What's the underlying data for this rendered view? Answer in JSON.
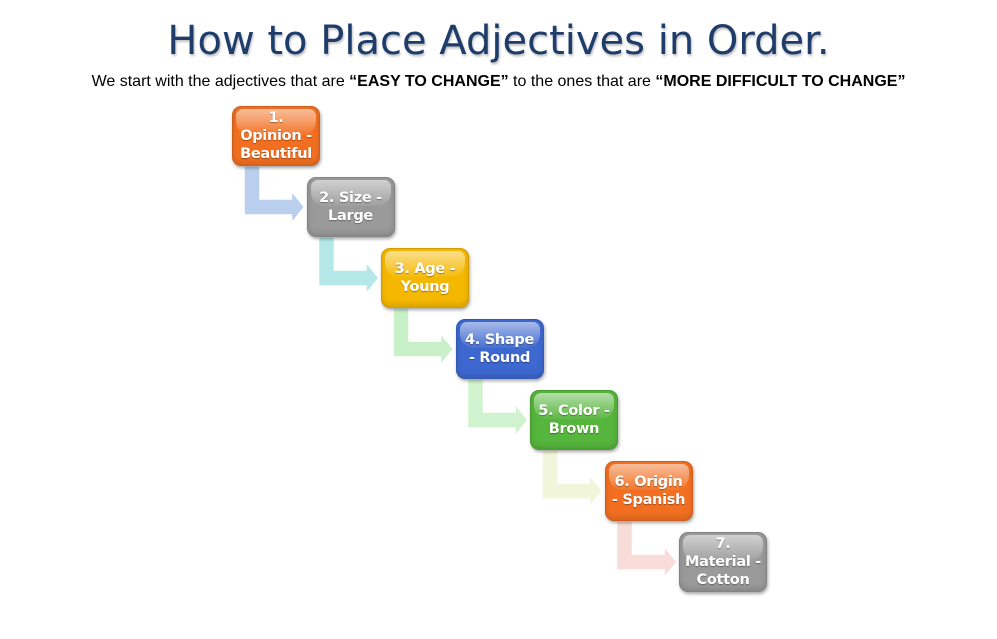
{
  "title": "How to Place Adjectives in Order.",
  "subtitle": {
    "prefix": "We start with the adjectives that are ",
    "easy": "“EASY TO CHANGE”",
    "middle": " to the ones that are ",
    "difficult": "“MORE DIFFICULT TO CHANGE”"
  },
  "steps": [
    {
      "label": "1. Opinion - Beautiful",
      "color": "#f26f21",
      "arrow_color": "#aec7ea"
    },
    {
      "label": "2. Size - Large",
      "color": "#9a9a9a",
      "arrow_color": "#a8e4e4"
    },
    {
      "label": "3. Age - Young",
      "color": "#f5b800",
      "arrow_color": "#bfeec0"
    },
    {
      "label": "4. Shape - Round",
      "color": "#3d68cf",
      "arrow_color": "#c9f0c6"
    },
    {
      "label": "5. Color - Brown",
      "color": "#56b53c",
      "arrow_color": "#eef3d2"
    },
    {
      "label": "6. Origin - Spanish",
      "color": "#f26f21",
      "arrow_color": "#f7d6d0"
    },
    {
      "label": "7. Material - Cotton",
      "color": "#9a9a9a"
    }
  ]
}
